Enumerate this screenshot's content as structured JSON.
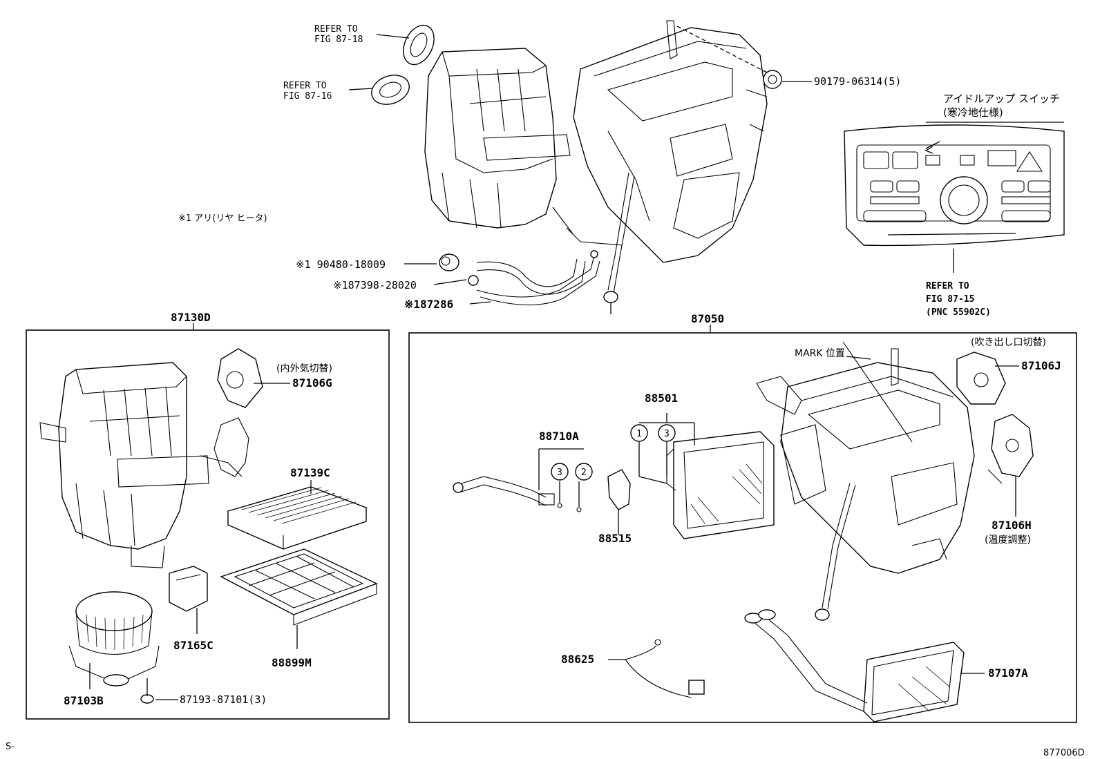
{
  "labels": {
    "refer_8718": [
      "REFER TO",
      "FIG 87-18"
    ],
    "refer_8716": [
      "REFER TO",
      "FIG 87-16"
    ],
    "p_90179": "90179-06314(5)",
    "idle_switch": [
      "アイドルアップ スイッチ",
      "(寒冷地仕様)"
    ],
    "note_rear_heater": "※1 アリ(リヤ ヒータ)",
    "p_90480": "※1 90480-18009",
    "p_87398": "※187398-28020",
    "p_87286": "※187286",
    "refer_8715": [
      "REFER TO",
      "FIG 87-15",
      "(PNC 55902C)"
    ],
    "assy_87130D": "87130D",
    "assy_87050": "87050",
    "p_87106G_note": "(内外気切替)",
    "p_87106G": "87106G",
    "p_87139C": "87139C",
    "p_87165C": "87165C",
    "p_88899M": "88899M",
    "p_87103B": "87103B",
    "p_87193": "87193-87101(3)",
    "mark_pos": "MARK 位置",
    "p_87106J_note": "(吹き出し口切替)",
    "p_87106J": "87106J",
    "p_88501": "88501",
    "p_88710A": "88710A",
    "p_88515": "88515",
    "p_87106H": "87106H",
    "p_87106H_note": "(温度調整)",
    "p_88625": "88625",
    "p_87107A": "87107A",
    "circle_1": "1",
    "circle_2": "2",
    "circle_3": "3",
    "corner_left": "S-",
    "corner_right": "877006D"
  }
}
